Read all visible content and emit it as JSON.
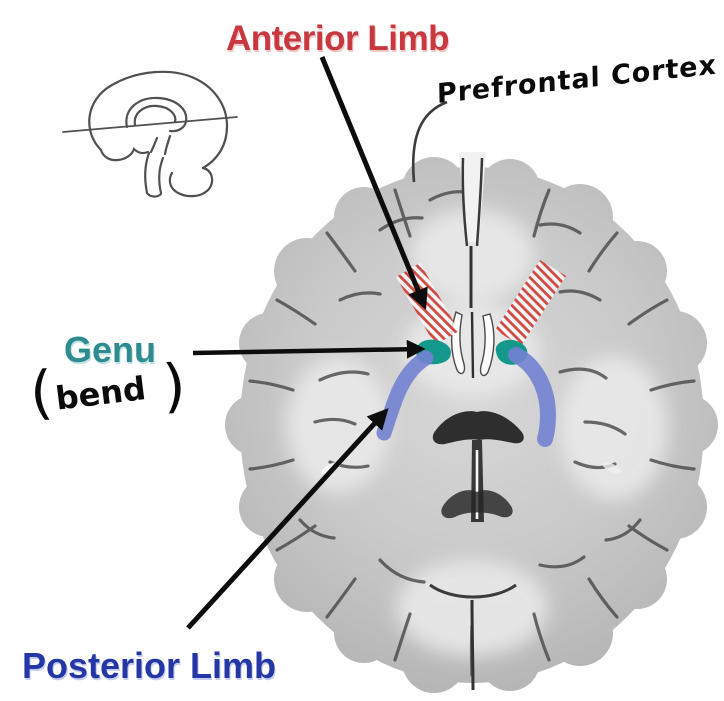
{
  "page": {
    "background": "#ffffff"
  },
  "labels": {
    "anterior_limb": "Anterior Limb",
    "prefrontal_cortex": "Prefrontal Cortex",
    "genu": "Genu",
    "genu_note_open": "(",
    "genu_note_word": "bend",
    "genu_note_close": ")",
    "posterior_limb": "Posterior Limb"
  },
  "colors": {
    "anterior_limb_label": "#c9383f",
    "anterior_limb_hatch": "#d04a44",
    "genu_label": "#2e8b90",
    "genu_overlay": "#13988b",
    "posterior_limb_label": "#2537a4",
    "posterior_limb_overlay": "#7282d2",
    "arrows": "#0d0d0d",
    "handwriting": "#0a0a0a",
    "brain_cortex_gray": "#c6c6c6"
  },
  "regions": [
    {
      "name": "anterior-limb-overlay-left",
      "style": "red-diagonal-hatch"
    },
    {
      "name": "anterior-limb-overlay-right",
      "style": "red-diagonal-hatch"
    },
    {
      "name": "genu-overlay-left",
      "style": "solid-teal"
    },
    {
      "name": "genu-overlay-right",
      "style": "solid-teal"
    },
    {
      "name": "posterior-limb-overlay-left",
      "style": "solid-blue"
    },
    {
      "name": "posterior-limb-overlay-right",
      "style": "solid-blue"
    }
  ]
}
